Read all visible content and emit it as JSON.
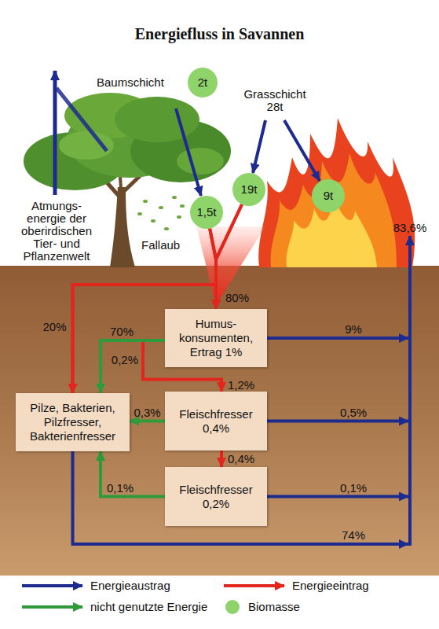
{
  "diagram": {
    "title": "Energiefluss in Savannen",
    "nodes": [
      {
        "text": [
          "2t"
        ]
      },
      {
        "text": [
          "19t"
        ]
      },
      {
        "text": [
          "1,5t"
        ]
      },
      {
        "text": [
          "9t"
        ]
      },
      {
        "text": [
          "Humus- konsumenten,",
          "Ertrag 1%"
        ]
      },
      {
        "text": [
          "Pilze, Bakterien, Pilzfresser, Bakterienfresser"
        ]
      },
      {
        "text": [
          "Fleischfresser",
          "0,4%"
        ]
      },
      {
        "text": [
          "Fleischfresser",
          "0,2%"
        ]
      }
    ],
    "edges": [
      {
        "from": 1,
        "to": 4,
        "arrow": "to",
        "label": "80%"
      },
      {
        "from": 2,
        "to": 4,
        "arrow": "to"
      },
      {
        "from": 1,
        "to": 5,
        "arrow": "to",
        "label": "20%"
      },
      {
        "from": 2,
        "to": 5,
        "arrow": "to"
      },
      {
        "from": 4,
        "to": 5,
        "arrow": "to",
        "label": "70%"
      },
      {
        "from": 4,
        "to": 6,
        "arrow": "to",
        "label": "0,2%"
      },
      {
        "from": 6,
        "to": 5,
        "arrow": "to",
        "label": "0,3%"
      },
      {
        "from": 6,
        "to": 7,
        "arrow": "to",
        "label": "0,4%"
      },
      {
        "from": 7,
        "to": 5,
        "arrow": "to",
        "label": "0,1%"
      }
    ],
    "labels": [
      "Baumschicht",
      "Grasschicht 28t",
      "Atmungs- energie der oberirdischen Tier- und Pflanzenwelt",
      "Fallaub",
      "83,6%",
      "1,2%",
      "9%",
      "0,5%",
      "0,1%",
      "74%"
    ],
    "legend": [
      {
        "text": "Energieaustrag"
      },
      {
        "text": "Energieeintrag"
      },
      {
        "text": "nicht genutzte Energie"
      },
      {
        "text": "Biomasse"
      }
    ]
  }
}
